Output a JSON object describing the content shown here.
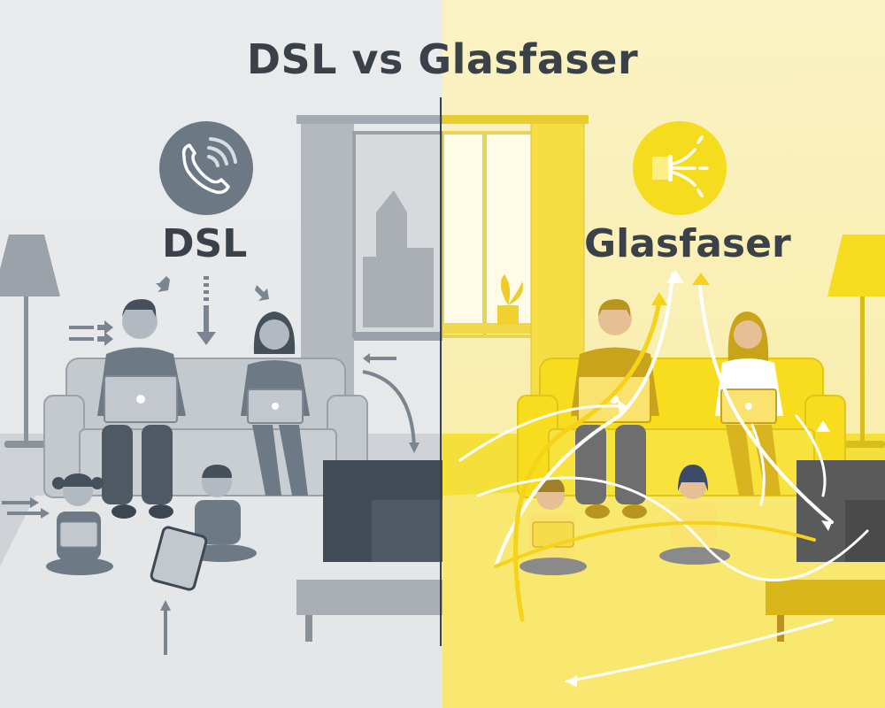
{
  "title": "DSL vs Glasfaser",
  "left_panel": {
    "label": "DSL",
    "icon": "phone-signal-icon",
    "theme": {
      "bg": "#e8eaec",
      "accent": "#6c7985",
      "dark": "#3d4852"
    }
  },
  "right_panel": {
    "label": "Glasfaser",
    "icon": "fiber-optic-icon",
    "theme": {
      "bg": "#faf0b8",
      "accent": "#f5dc1e",
      "dark": "#b89a1a"
    }
  },
  "text_color": "#3a4148"
}
